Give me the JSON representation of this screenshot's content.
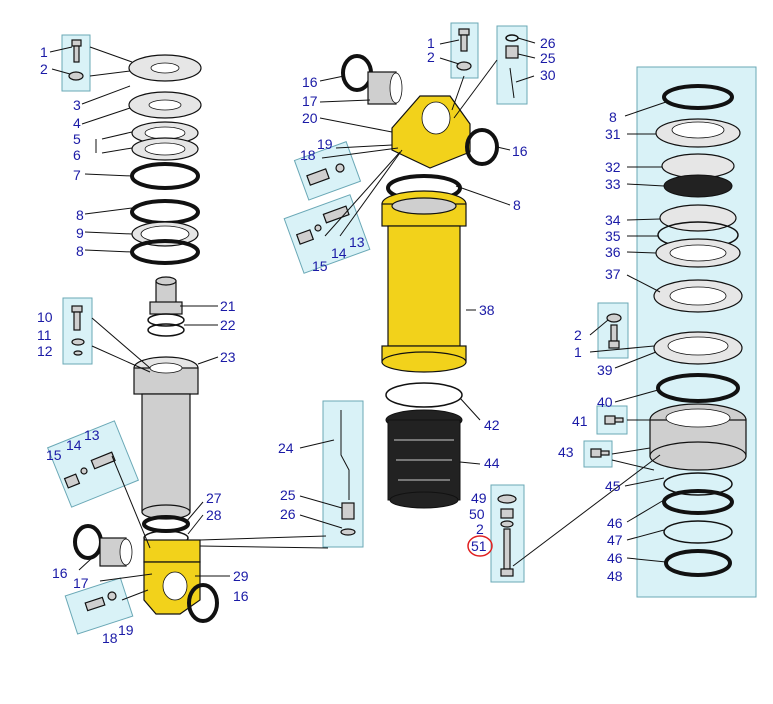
{
  "diagram": {
    "labels": [
      {
        "id": "l1",
        "text": "1"
      },
      {
        "id": "l2",
        "text": "2"
      },
      {
        "id": "l3",
        "text": "3"
      },
      {
        "id": "l4",
        "text": "4"
      },
      {
        "id": "l5",
        "text": "5"
      },
      {
        "id": "l6",
        "text": "6"
      },
      {
        "id": "l7",
        "text": "7"
      },
      {
        "id": "l8a",
        "text": "8"
      },
      {
        "id": "l9",
        "text": "9"
      },
      {
        "id": "l8b",
        "text": "8"
      },
      {
        "id": "l10",
        "text": "10"
      },
      {
        "id": "l11",
        "text": "11"
      },
      {
        "id": "l12",
        "text": "12"
      },
      {
        "id": "l21",
        "text": "21"
      },
      {
        "id": "l22",
        "text": "22"
      },
      {
        "id": "l23",
        "text": "23"
      },
      {
        "id": "l13a",
        "text": "13"
      },
      {
        "id": "l14a",
        "text": "14"
      },
      {
        "id": "l15a",
        "text": "15"
      },
      {
        "id": "l27",
        "text": "27"
      },
      {
        "id": "l28",
        "text": "28"
      },
      {
        "id": "l16a",
        "text": "16"
      },
      {
        "id": "l17a",
        "text": "17"
      },
      {
        "id": "l29",
        "text": "29"
      },
      {
        "id": "l16b",
        "text": "16"
      },
      {
        "id": "l18a",
        "text": "18"
      },
      {
        "id": "l19a",
        "text": "19"
      },
      {
        "id": "l24",
        "text": "24"
      },
      {
        "id": "l25a",
        "text": "25"
      },
      {
        "id": "l26a",
        "text": "26"
      },
      {
        "id": "l16c",
        "text": "16"
      },
      {
        "id": "l17b",
        "text": "17"
      },
      {
        "id": "l20",
        "text": "20"
      },
      {
        "id": "l19b",
        "text": "19"
      },
      {
        "id": "l18b",
        "text": "18"
      },
      {
        "id": "l1b",
        "text": "1"
      },
      {
        "id": "l2b",
        "text": "2"
      },
      {
        "id": "l26b",
        "text": "26"
      },
      {
        "id": "l25b",
        "text": "25"
      },
      {
        "id": "l30",
        "text": "30"
      },
      {
        "id": "l16d",
        "text": "16"
      },
      {
        "id": "l8c",
        "text": "8"
      },
      {
        "id": "l13b",
        "text": "13"
      },
      {
        "id": "l14b",
        "text": "14"
      },
      {
        "id": "l15b",
        "text": "15"
      },
      {
        "id": "l38",
        "text": "38"
      },
      {
        "id": "l42",
        "text": "42"
      },
      {
        "id": "l44",
        "text": "44"
      },
      {
        "id": "l49",
        "text": "49"
      },
      {
        "id": "l50",
        "text": "50"
      },
      {
        "id": "l2c",
        "text": "2"
      },
      {
        "id": "l51",
        "text": "51"
      },
      {
        "id": "l8d",
        "text": "8"
      },
      {
        "id": "l31",
        "text": "31"
      },
      {
        "id": "l32",
        "text": "32"
      },
      {
        "id": "l33",
        "text": "33"
      },
      {
        "id": "l34",
        "text": "34"
      },
      {
        "id": "l35",
        "text": "35"
      },
      {
        "id": "l36",
        "text": "36"
      },
      {
        "id": "l37",
        "text": "37"
      },
      {
        "id": "l2d",
        "text": "2"
      },
      {
        "id": "l1c",
        "text": "1"
      },
      {
        "id": "l39",
        "text": "39"
      },
      {
        "id": "l40",
        "text": "40"
      },
      {
        "id": "l41",
        "text": "41"
      },
      {
        "id": "l43",
        "text": "43"
      },
      {
        "id": "l45",
        "text": "45"
      },
      {
        "id": "l46a",
        "text": "46"
      },
      {
        "id": "l47",
        "text": "47"
      },
      {
        "id": "l46b",
        "text": "46"
      },
      {
        "id": "l48",
        "text": "48"
      }
    ],
    "highlighted_part": "51",
    "colors": {
      "label": "#1a1aa6",
      "panel": "#d9f2f7",
      "housing": "#f2d21b",
      "highlight": "#e02020"
    }
  }
}
